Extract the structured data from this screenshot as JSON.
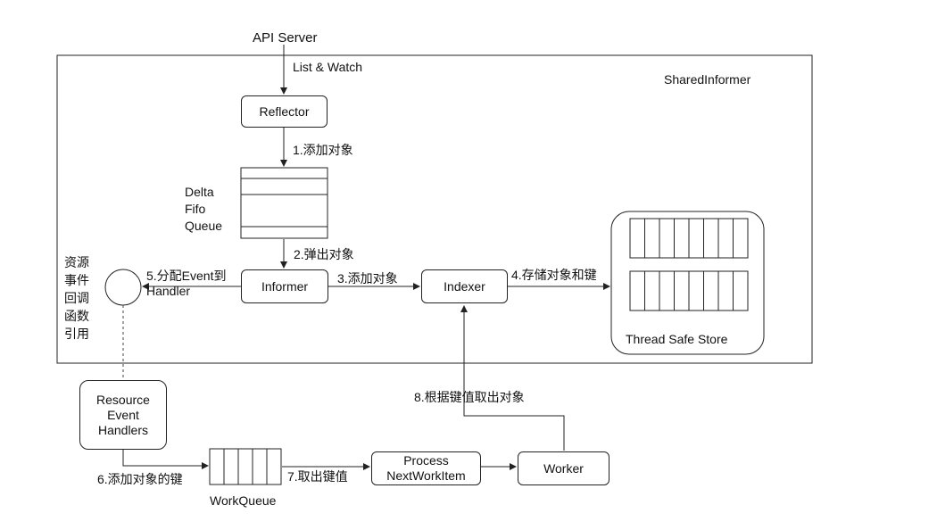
{
  "api_server": "API Server",
  "list_watch": "List & Watch",
  "shared_informer": "SharedInformer",
  "reflector": "Reflector",
  "step1": "1.添加对象",
  "delta_fifo": "Delta\nFifo\nQueue",
  "step2": "2.弹出对象",
  "informer": "Informer",
  "step3": "3.添加对象",
  "indexer": "Indexer",
  "step4": "4.存储对象和键",
  "thread_safe_store": "Thread Safe Store",
  "step5": "5.分配Event到\nHandler",
  "callback_ref": "资源\n事件\n回调\n函数\n引用",
  "resource_event_handlers": "Resource\nEvent\nHandlers",
  "step6": "6.添加对象的键",
  "workqueue": "WorkQueue",
  "step7": "7.取出键值",
  "process_next": "Process\nNextWorkItem",
  "worker": "Worker",
  "step8": "8.根据键值取出对象"
}
